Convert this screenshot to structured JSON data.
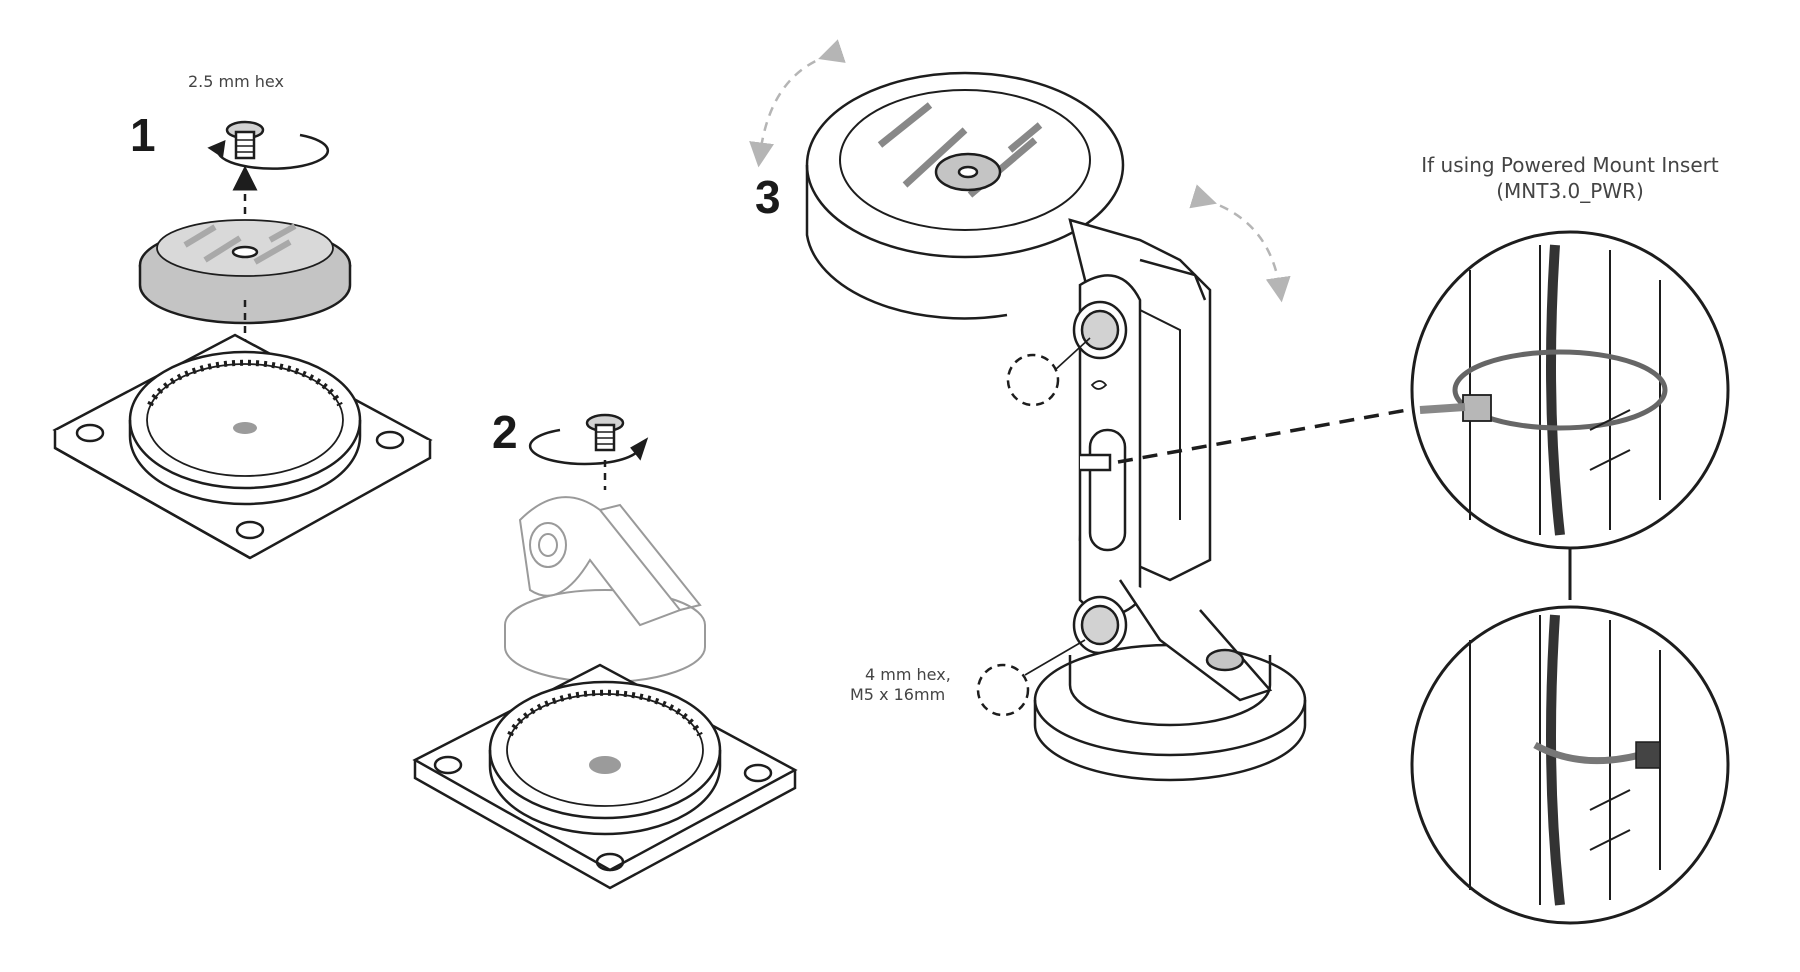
{
  "steps": {
    "step1": {
      "number": "1",
      "tool_label": "2.5 mm hex"
    },
    "step2": {
      "number": "2"
    },
    "step3": {
      "number": "3",
      "tool_label_line1": "4 mm hex,",
      "tool_label_line2": "M5 x 16mm"
    }
  },
  "inset": {
    "title_line1": "If using Powered Mount Insert",
    "title_line2": "(MNT3.0_PWR)"
  },
  "colors": {
    "line": "#1d1d1d",
    "gray_fill": "#c9c9c9",
    "dashed_gray": "#b5b5b5",
    "background": "#ffffff"
  }
}
